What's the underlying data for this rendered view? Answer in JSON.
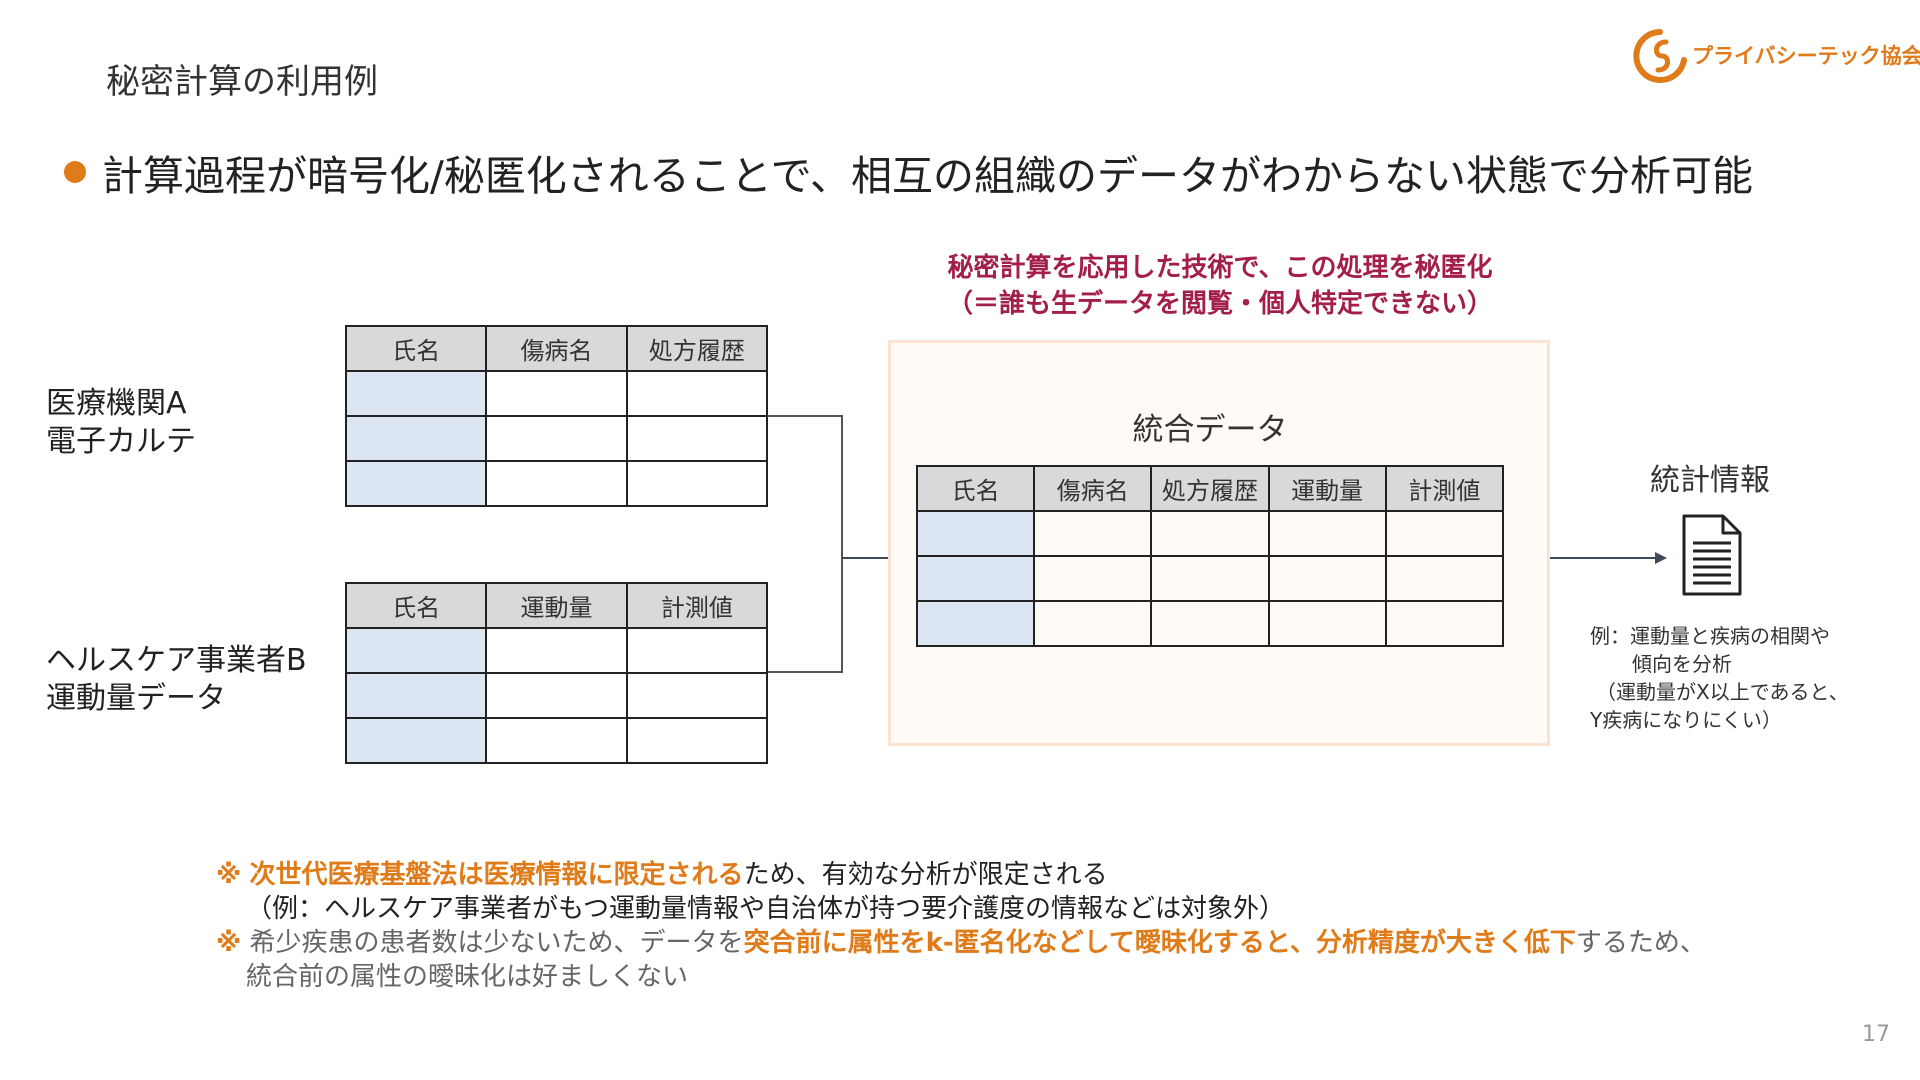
{
  "section_title": "秘密計算の利用例",
  "logo": {
    "text": "プライバシーテック協会",
    "color": "#e07b1a"
  },
  "headline": "計算過程が暗号化/秘匿化されることで、相互の組織のデータがわからない状態で分析可能",
  "secure_note": {
    "line1": "秘密計算を応用した技術で、この処理を秘匿化",
    "line2": "（＝誰も生データを閲覧・個人特定できない）"
  },
  "source_a": {
    "line1": "医療機関A",
    "line2": "電子カルテ",
    "columns": [
      "氏名",
      "傷病名",
      "処方履歴"
    ]
  },
  "source_b": {
    "line1": "ヘルスケア事業者B",
    "line2": "運動量データ",
    "columns": [
      "氏名",
      "運動量",
      "計測値"
    ]
  },
  "merged": {
    "title": "統合データ",
    "columns": [
      "氏名",
      "傷病名",
      "処方履歴",
      "運動量",
      "計測値"
    ]
  },
  "stats": {
    "title": "統計情報",
    "icon": "document-icon",
    "example_lines": [
      "例：運動量と疾病の相関や",
      "傾向を分析",
      "（運動量がX以上であると、",
      "Y疾病になりにくい）"
    ]
  },
  "footnotes": {
    "mark": "※",
    "n1_highlight": "次世代医療基盤法は医療情報に限定される",
    "n1_rest": "ため、有効な分析が限定される",
    "n1_line2": "（例：ヘルスケア事業者がもつ運動量情報や自治体が持つ要介護度の情報などは対象外）",
    "n2_pre": "希少疾患の患者数は少ないため、データを",
    "n2_highlight": "突合前に属性をk-匿名化などして曖昧化すると、分析精度が大きく低下",
    "n2_post": "するため、",
    "n2_line2": "統合前の属性の曖昧化は好ましくない"
  },
  "page_number": "17",
  "colors": {
    "accent": "#e07b1a",
    "note_red": "#a31f4a",
    "header_cell": "#d9d9d9",
    "key_cell": "#dce6f2",
    "merge_box_border": "#fbe3d1"
  }
}
